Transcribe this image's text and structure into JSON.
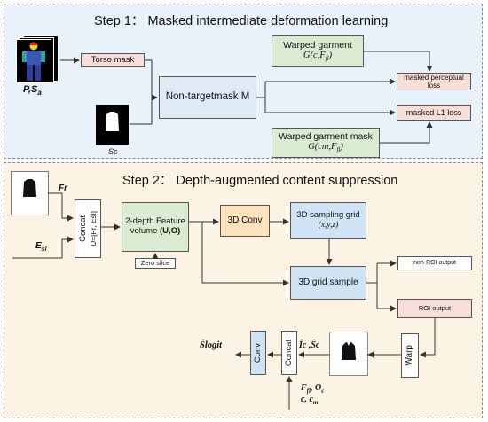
{
  "step1": {
    "title": "Step 1：  Masked intermediate deformation learning",
    "input_label": "P,S",
    "input_sub": "a",
    "torso_mask": "Torso mask",
    "sc_label": "Sc",
    "nontarget": "Non-targetmask M",
    "warped_garment": "Warped garment",
    "warped_garment_formula": "G(c,F",
    "warped_garment_formula_sub": "fl",
    "warped_garment_formula_end": ")",
    "warped_mask": "Warped garment mask",
    "warped_mask_formula": "G(cm,F",
    "warped_mask_formula_sub": "fl",
    "warped_mask_formula_end": ")",
    "perceptual_loss": "masked perceptual loss",
    "l1_loss": "masked L1 loss"
  },
  "step2": {
    "title": "Step 2：  Depth-augmented content suppression",
    "fr": "Fr",
    "esl": "E",
    "esl_sub": "sl",
    "concat1_a": "Concat",
    "concat1_b": "U=[Fr, Esl]",
    "feature_vol_a": "2-depth Feature",
    "feature_vol_b": "volume ",
    "feature_vol_c": "(U,O)",
    "zero_slice": "Zero slice",
    "conv3d": "3D Conv",
    "sampling_grid_a": "3D sampling grid",
    "sampling_grid_b": "(x,y,z)",
    "grid_sample": "3D grid sample",
    "non_roi": "non-ROI output",
    "roi": "ROI output",
    "warp": "Warp",
    "ic_sc": "Îc ,Ŝc",
    "concat2": "Concat",
    "conv": "Conv",
    "slogit": "Ŝlogit",
    "bottom_1": "F",
    "bottom_1_sub": "fl",
    "bottom_1_b": ", O",
    "bottom_1_b_sub": "c",
    "bottom_2": "c, c",
    "bottom_2_sub": "m"
  },
  "colors": {
    "panel1_bg": "#e9f1fb",
    "panel2_bg": "#fdf3e4",
    "pink_box": "#f8ded8",
    "green_box": "#d9ecd2",
    "orange_box": "#fbe2bd",
    "blue_box": "#cfe3f5",
    "blue_box_nontarget": "#dfeaf7"
  }
}
